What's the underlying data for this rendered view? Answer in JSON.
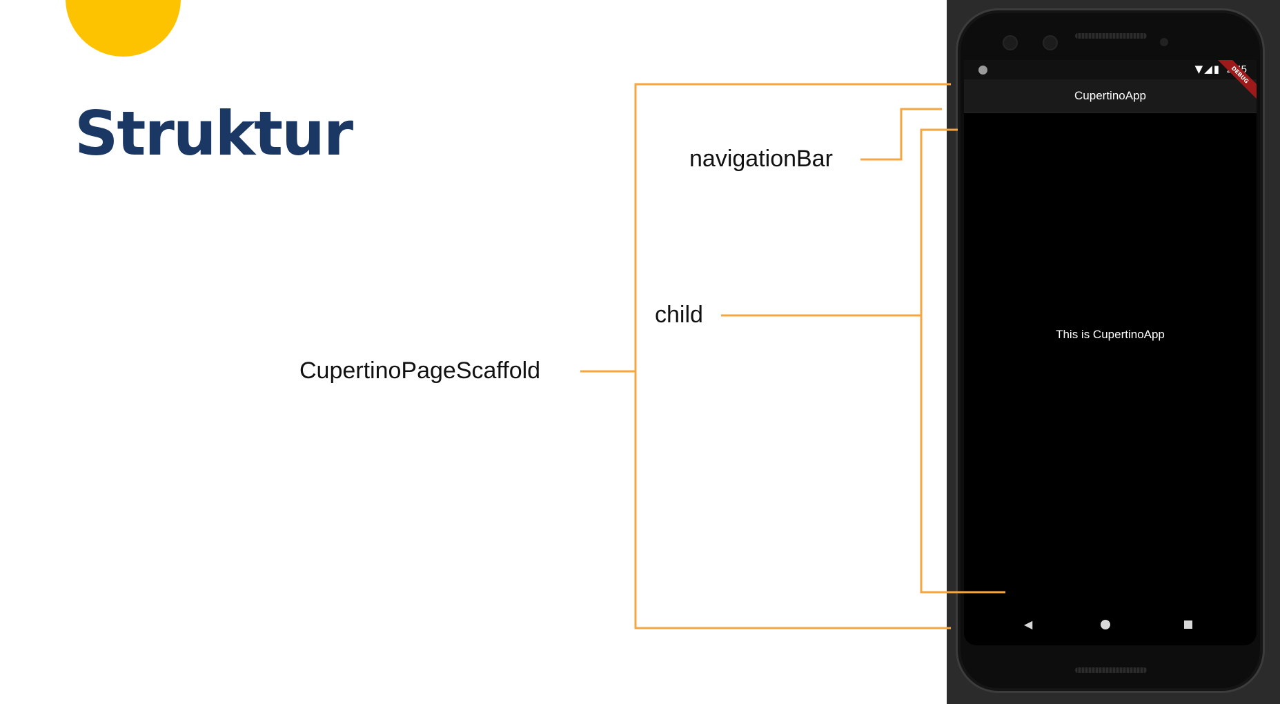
{
  "slide": {
    "title": "Struktur",
    "accent_color": "#FDC300",
    "title_color": "#1B3764",
    "connector_color": "#F5A640"
  },
  "labels": {
    "scaffold": "CupertinoPageScaffold",
    "child": "child",
    "navigation_bar": "navigationBar"
  },
  "phone": {
    "status_time": "2:45",
    "status_icons": "wifi-icon, signal-icon, battery-icon",
    "app_title": "CupertinoApp",
    "body_text": "This is CupertinoApp",
    "debug_banner": "DEBUG",
    "system_nav": [
      "back-icon",
      "home-icon",
      "recents-icon"
    ]
  }
}
